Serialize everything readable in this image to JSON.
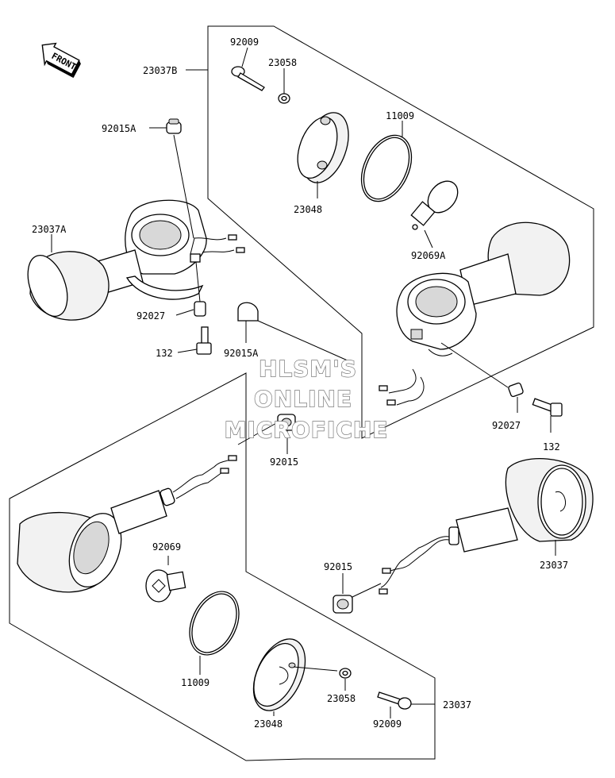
{
  "front_label": "FRONT",
  "watermark": [
    "HLSM'S",
    "ONLINE",
    "MICROFICHE"
  ],
  "labels": {
    "l_92009_top": "92009",
    "l_23037B": "23037B",
    "l_23058_top": "23058",
    "l_11009_top": "11009",
    "l_92015A_top": "92015A",
    "l_23048_top": "23048",
    "l_23037A": "23037A",
    "l_92069A": "92069A",
    "l_92027_left": "92027",
    "l_132_left": "132",
    "l_92015A_mid": "92015A",
    "l_92027_right": "92027",
    "l_132_right": "132",
    "l_92015_mid": "92015",
    "l_92069": "92069",
    "l_23037_right": "23037",
    "l_92015_low": "92015",
    "l_11009_low": "11009",
    "l_23058_low": "23058",
    "l_23048_low": "23048",
    "l_92009_low": "92009",
    "l_23037_bottom": "23037"
  }
}
